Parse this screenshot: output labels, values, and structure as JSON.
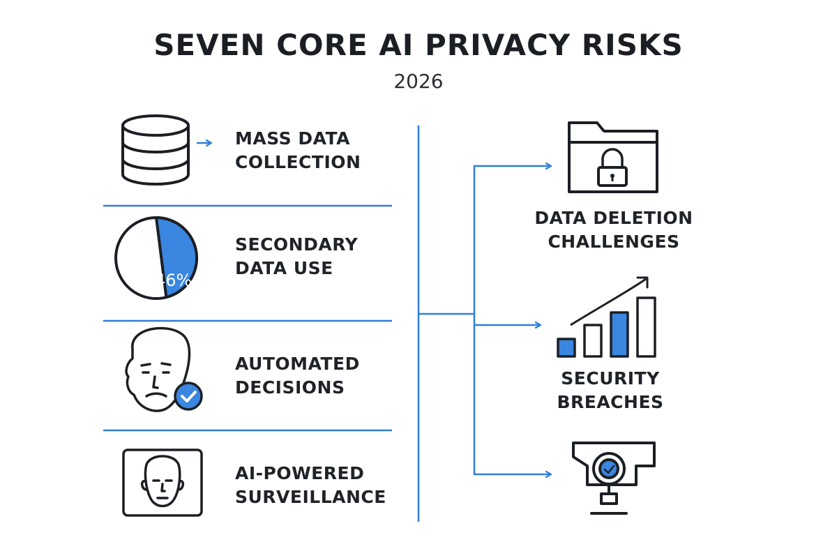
{
  "header": {
    "title": "SEVEN CORE AI PRIVACY RISKS",
    "year": "2026"
  },
  "left_items": [
    {
      "icon": "database-icon",
      "line1": "MASS DATA",
      "line2": "COLLECTION"
    },
    {
      "icon": "pie-chart-icon",
      "line1": "SECONDARY",
      "line2": "DATA USE",
      "percent_label": "46%",
      "percent_value": 46
    },
    {
      "icon": "face-check-icon",
      "line1": "AUTOMATED",
      "line2": "DECISIONS"
    },
    {
      "icon": "framed-face-icon",
      "line1": "AI-POWERED",
      "line2": "SURVEILLANCE"
    }
  ],
  "right_items": [
    {
      "icon": "locked-folder-icon",
      "line1": "DATA DELETION",
      "line2": "CHALLENGES"
    },
    {
      "icon": "rising-bar-chart-icon",
      "line1": "SECURITY",
      "line2": "BREACHES"
    },
    {
      "icon": "security-camera-icon"
    }
  ],
  "colors": {
    "accent": "#2f7fd8",
    "ink": "#1b1f24",
    "fill_blue": "#3a86e0"
  }
}
